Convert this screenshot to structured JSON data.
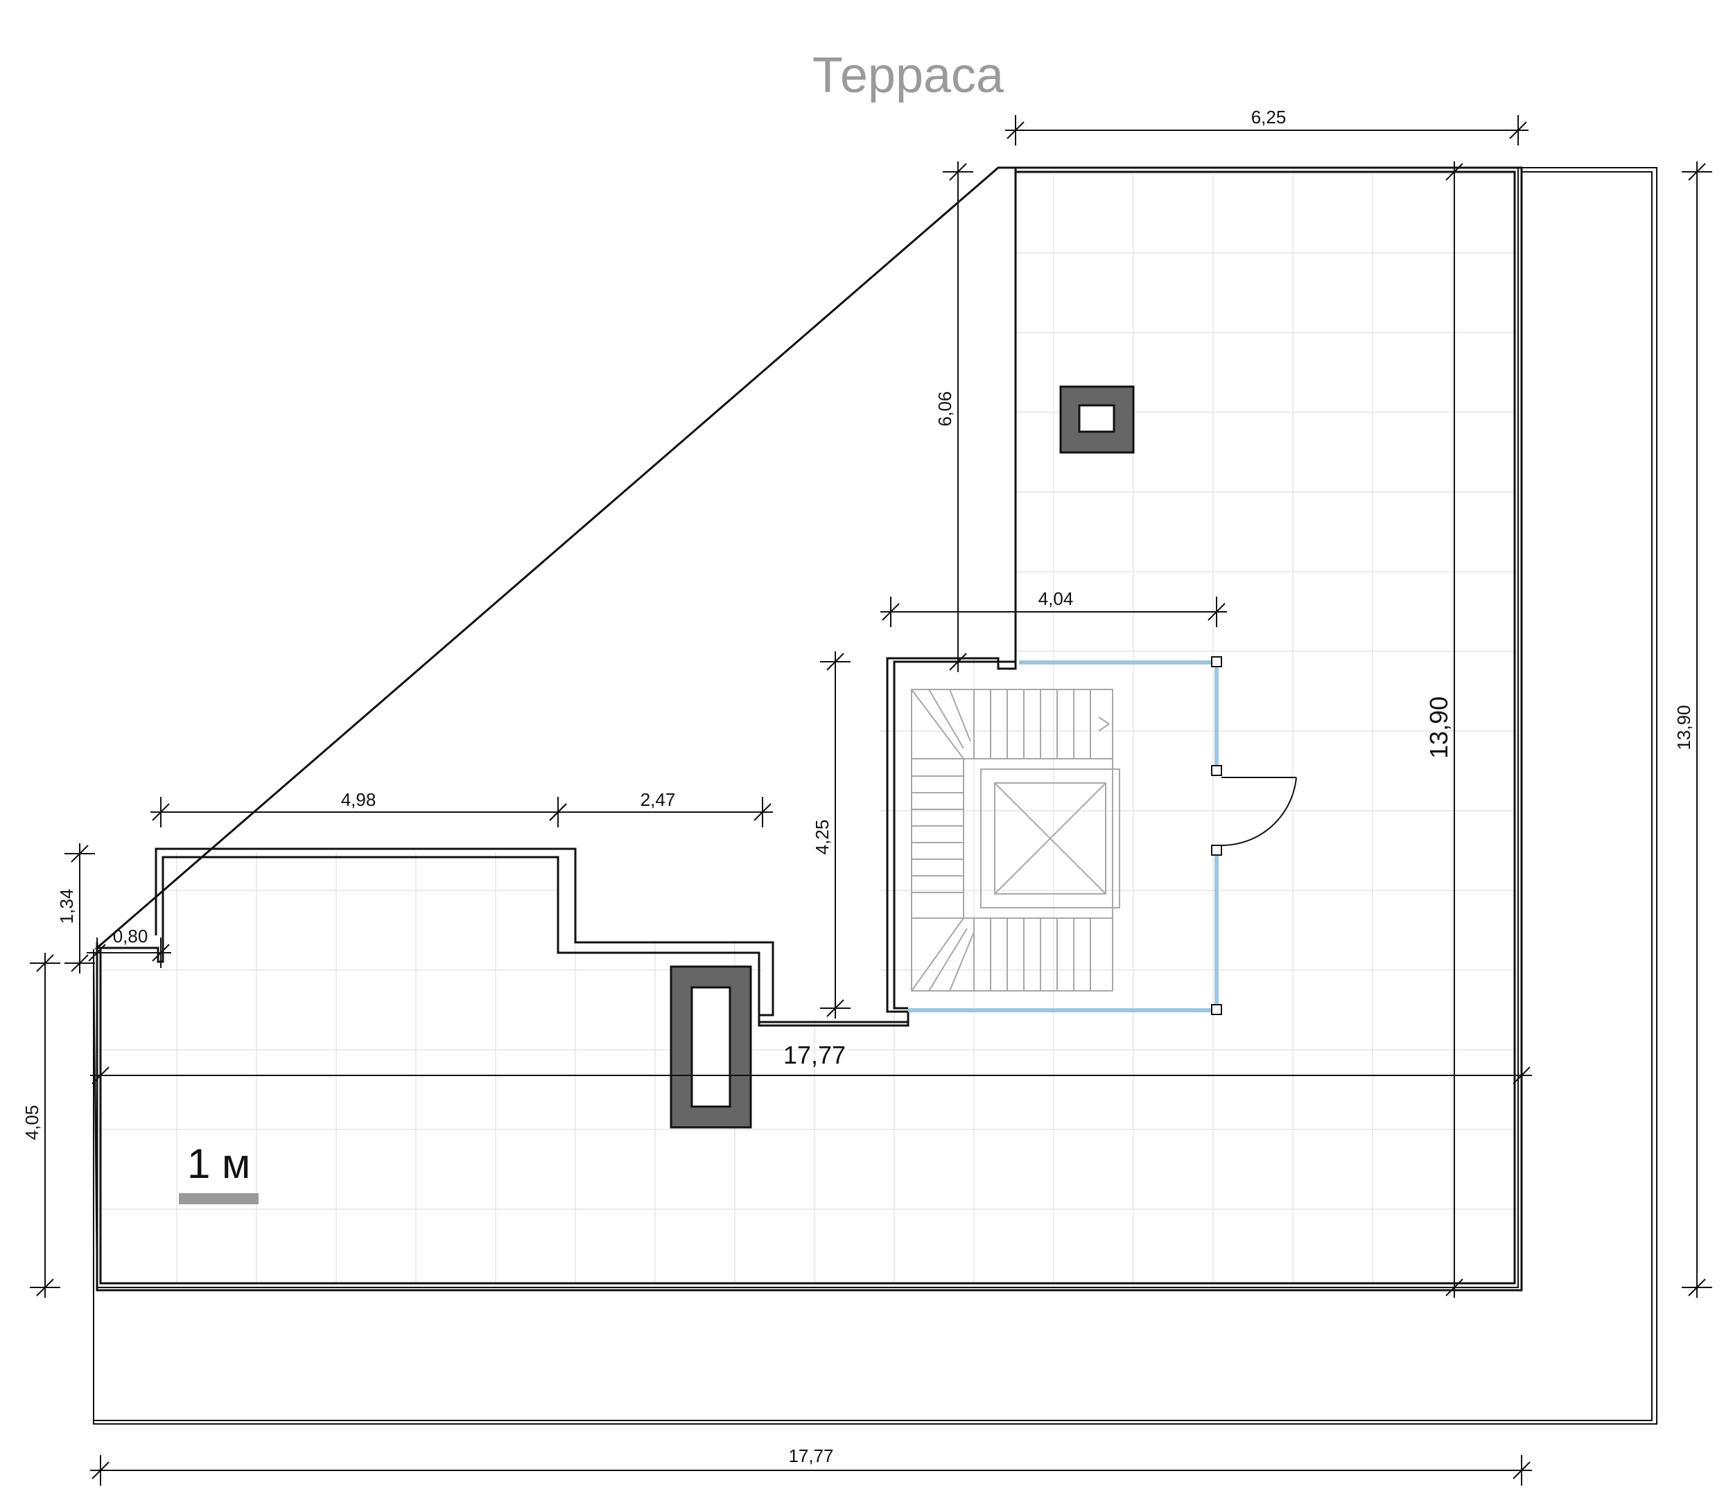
{
  "title": "Терраса",
  "scale_bar": {
    "label": "1 м"
  },
  "dimensions": {
    "top_width": "6,25",
    "left_height_upper": "6,06",
    "stair_width": "4,04",
    "stair_height": "4,25",
    "inner_height": "13,90",
    "outer_height": "13,90",
    "left_wing_a": "4,98",
    "left_wing_b": "2,47",
    "left_step_h": "1,34",
    "left_step_w": "0,80",
    "left_height": "4,05",
    "inner_width": "17,77",
    "outer_width": "17,77"
  }
}
